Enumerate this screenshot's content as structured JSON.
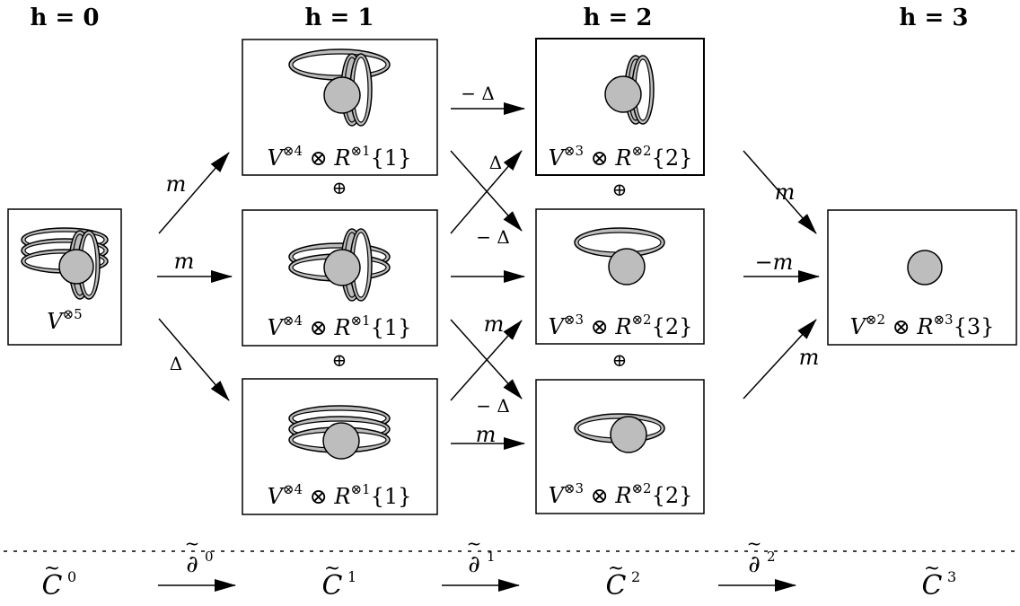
{
  "headers": [
    "h = 0",
    "h = 1",
    "h = 2",
    "h = 3"
  ],
  "boxes": {
    "b0": {
      "base": "V",
      "sup": "⊗5",
      "tail": ""
    },
    "b1a": {
      "base": "V",
      "sup": "⊗4",
      "mid": " ⊗ R",
      "sup2": "⊗1",
      "tail": "{1}"
    },
    "b1b": {
      "base": "V",
      "sup": "⊗4",
      "mid": " ⊗ R",
      "sup2": "⊗1",
      "tail": "{1}"
    },
    "b1c": {
      "base": "V",
      "sup": "⊗4",
      "mid": " ⊗ R",
      "sup2": "⊗1",
      "tail": "{1}"
    },
    "b2a": {
      "base": "V",
      "sup": "⊗3",
      "mid": " ⊗ R",
      "sup2": "⊗2",
      "tail": "{2}"
    },
    "b2b": {
      "base": "V",
      "sup": "⊗3",
      "mid": " ⊗ R",
      "sup2": "⊗2",
      "tail": "{2}"
    },
    "b2c": {
      "base": "V",
      "sup": "⊗3",
      "mid": " ⊗ R",
      "sup2": "⊗2",
      "tail": "{2}"
    },
    "b3": {
      "base": "V",
      "sup": "⊗2",
      "mid": " ⊗ R",
      "sup2": "⊗3",
      "tail": "{3}"
    }
  },
  "oplus": "⊕",
  "edge_labels": {
    "e0a": "m",
    "e0b": "m",
    "e0c": "Δ",
    "e1a": "− Δ",
    "e1b": "Δ",
    "e1c": "− Δ",
    "e1d": "m",
    "e1e": "− Δ",
    "e1f": "m",
    "e2a": "m",
    "e2b": "−m",
    "e2c": "m"
  },
  "complex": {
    "c0": "0",
    "c1": "1",
    "c2": "2",
    "c3": "3",
    "d0": "0",
    "d1": "1",
    "d2": "2",
    "symbol": "C",
    "partial": "∂",
    "tilde": "~"
  }
}
